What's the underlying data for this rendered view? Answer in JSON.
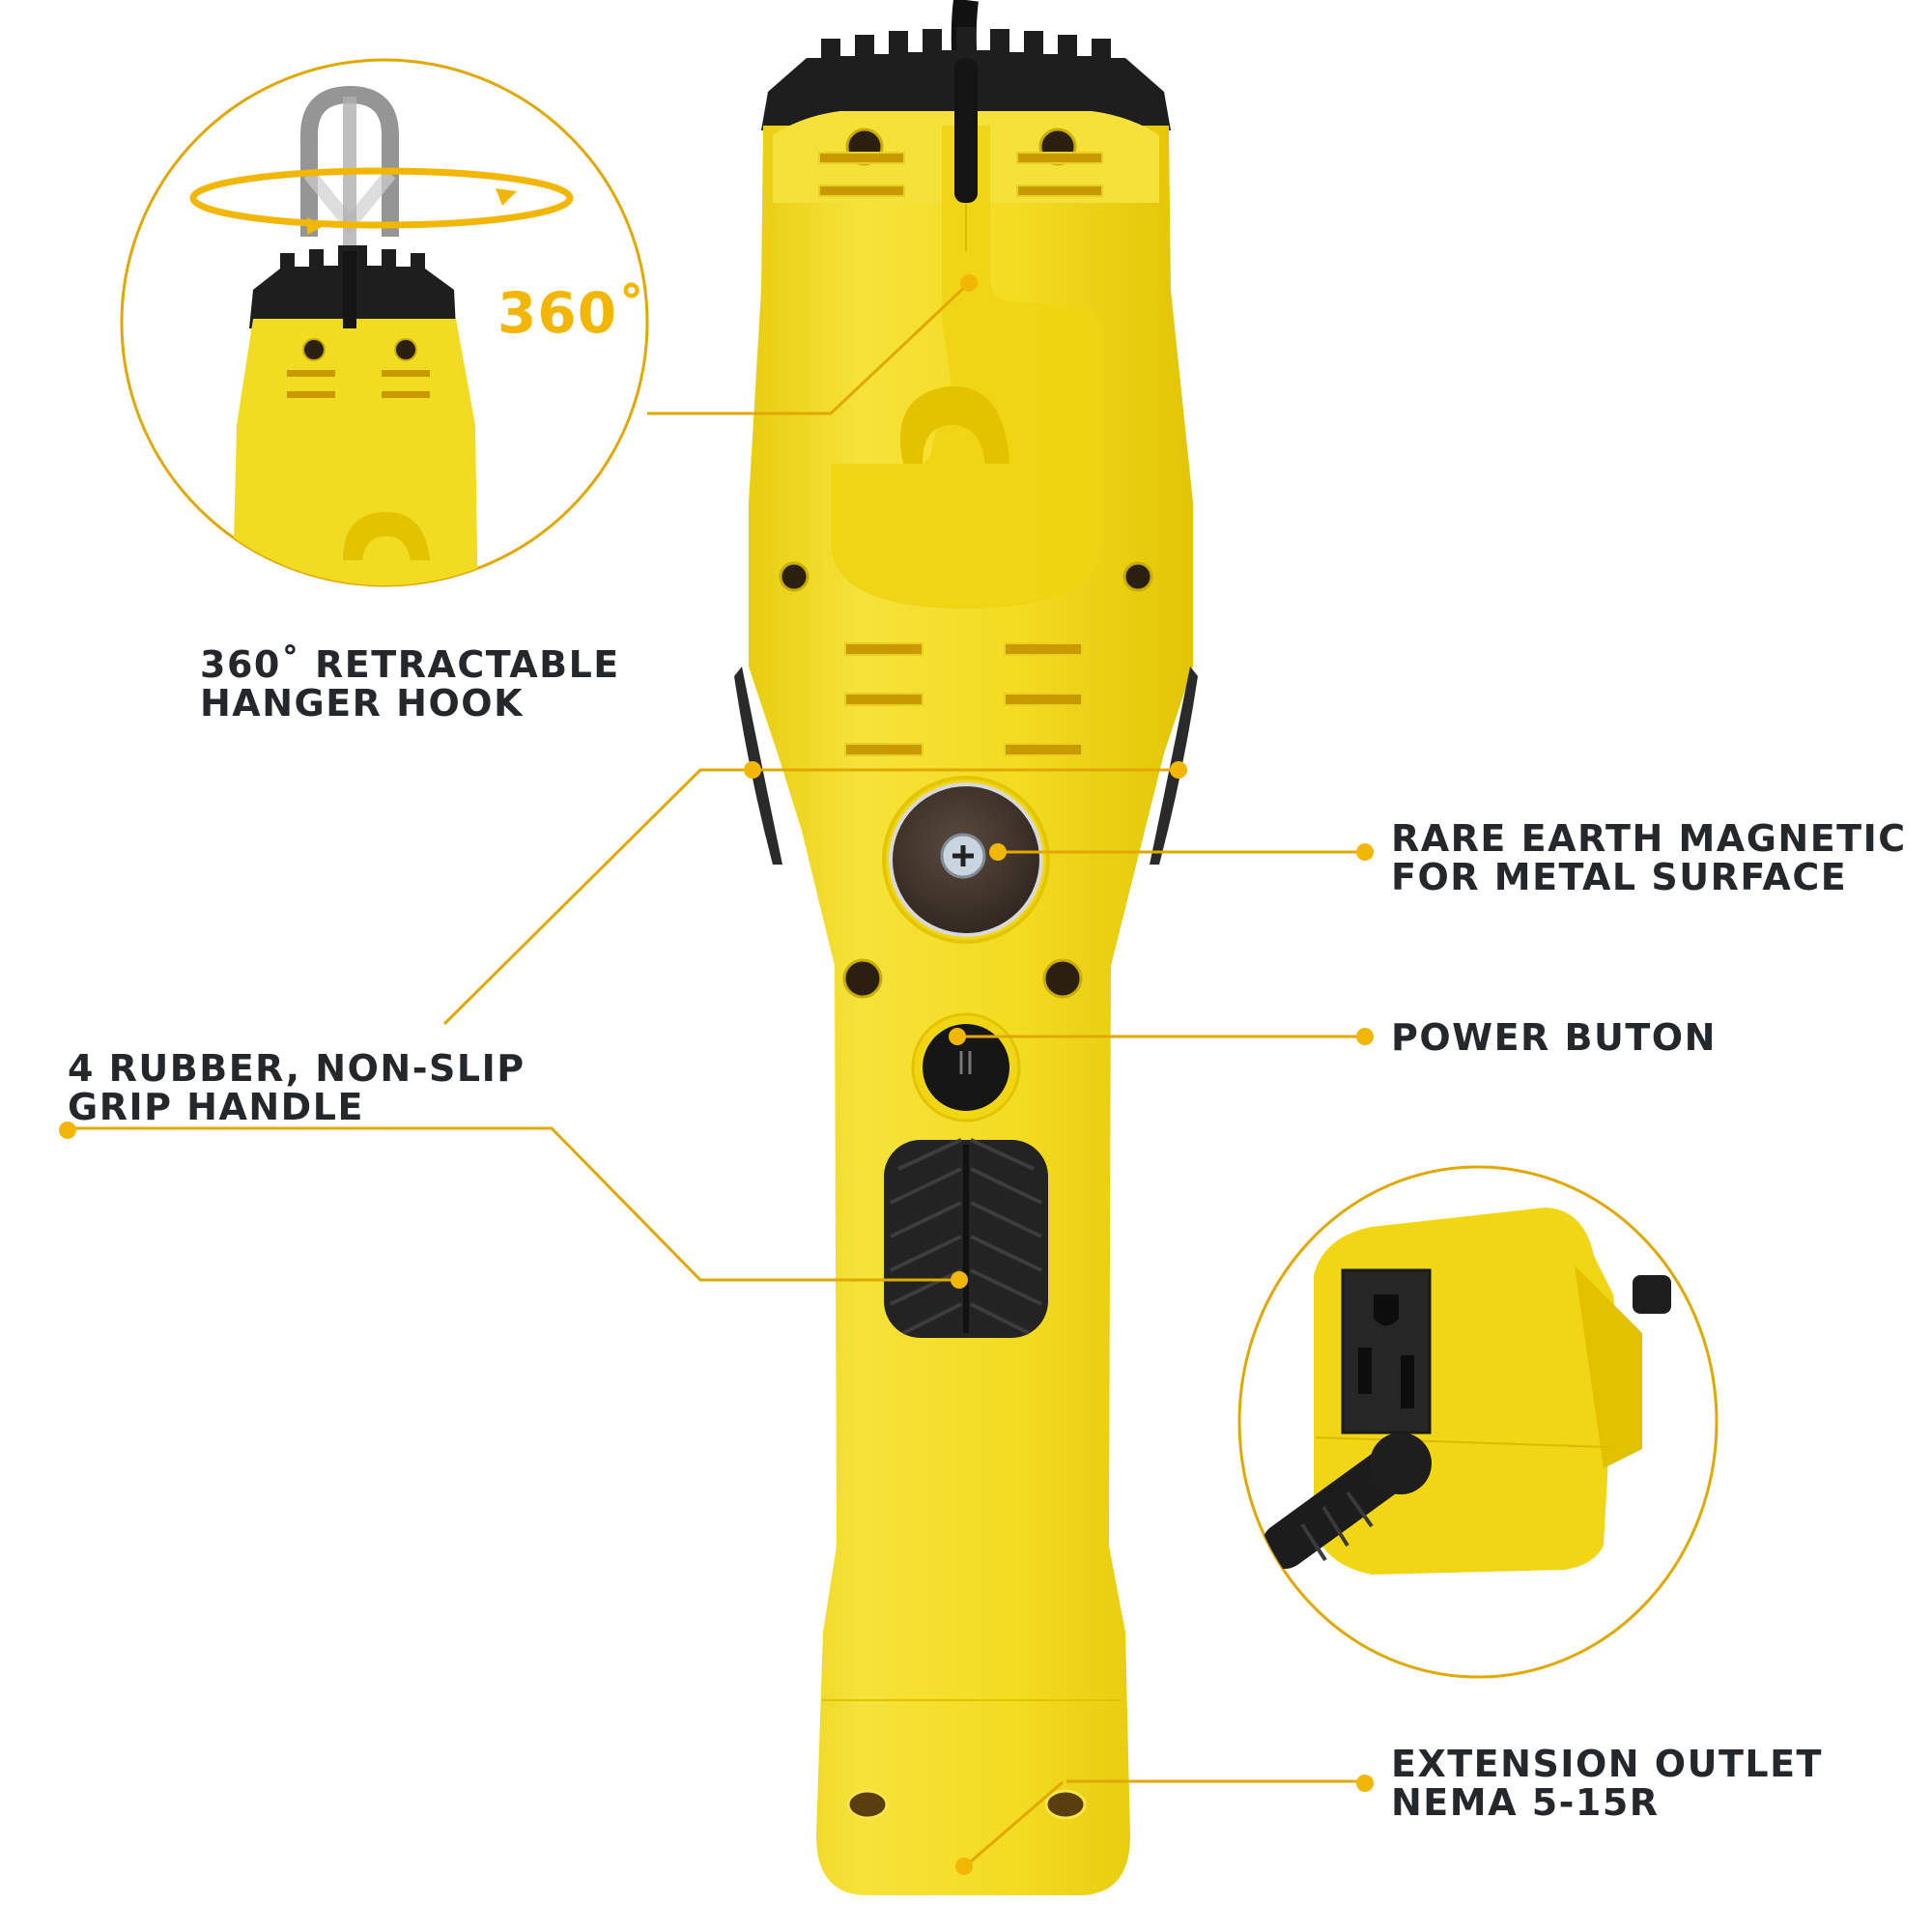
{
  "product": "Yellow rechargeable work light with hanger hook, magnet, grip and extension outlet",
  "colors": {
    "accent": "#f2b705",
    "callout_line": "#e0a800",
    "body_yellow": "#f5dc1e",
    "body_yellow_shade": "#e6c800",
    "rubber_black": "#262626",
    "text_dark": "#25282b",
    "hook_gray": "#9a9a9a",
    "background": "#ffffff"
  },
  "rotation_badge": {
    "text": "360˚",
    "icon": "rotate-360-arrow-icon"
  },
  "callouts": [
    {
      "id": "hook",
      "lines": [
        "360˚ RETRACTABLE",
        "HANGER HOOK"
      ]
    },
    {
      "id": "magnet",
      "lines": [
        "RARE EARTH MAGNETIC",
        "FOR METAL SURFACE"
      ]
    },
    {
      "id": "power",
      "lines": [
        "POWER BUTON"
      ]
    },
    {
      "id": "grip",
      "lines": [
        "4 RUBBER, NON-SLIP",
        "GRIP HANDLE"
      ]
    },
    {
      "id": "outlet",
      "lines": [
        "EXTENSION OUTLET",
        "NEMA 5-15R"
      ]
    }
  ],
  "insets": [
    {
      "id": "hook-detail",
      "subject": "hanger hook rotating 360 degrees"
    },
    {
      "id": "outlet-detail",
      "subject": "NEMA 5-15R extension outlet with cord"
    }
  ]
}
